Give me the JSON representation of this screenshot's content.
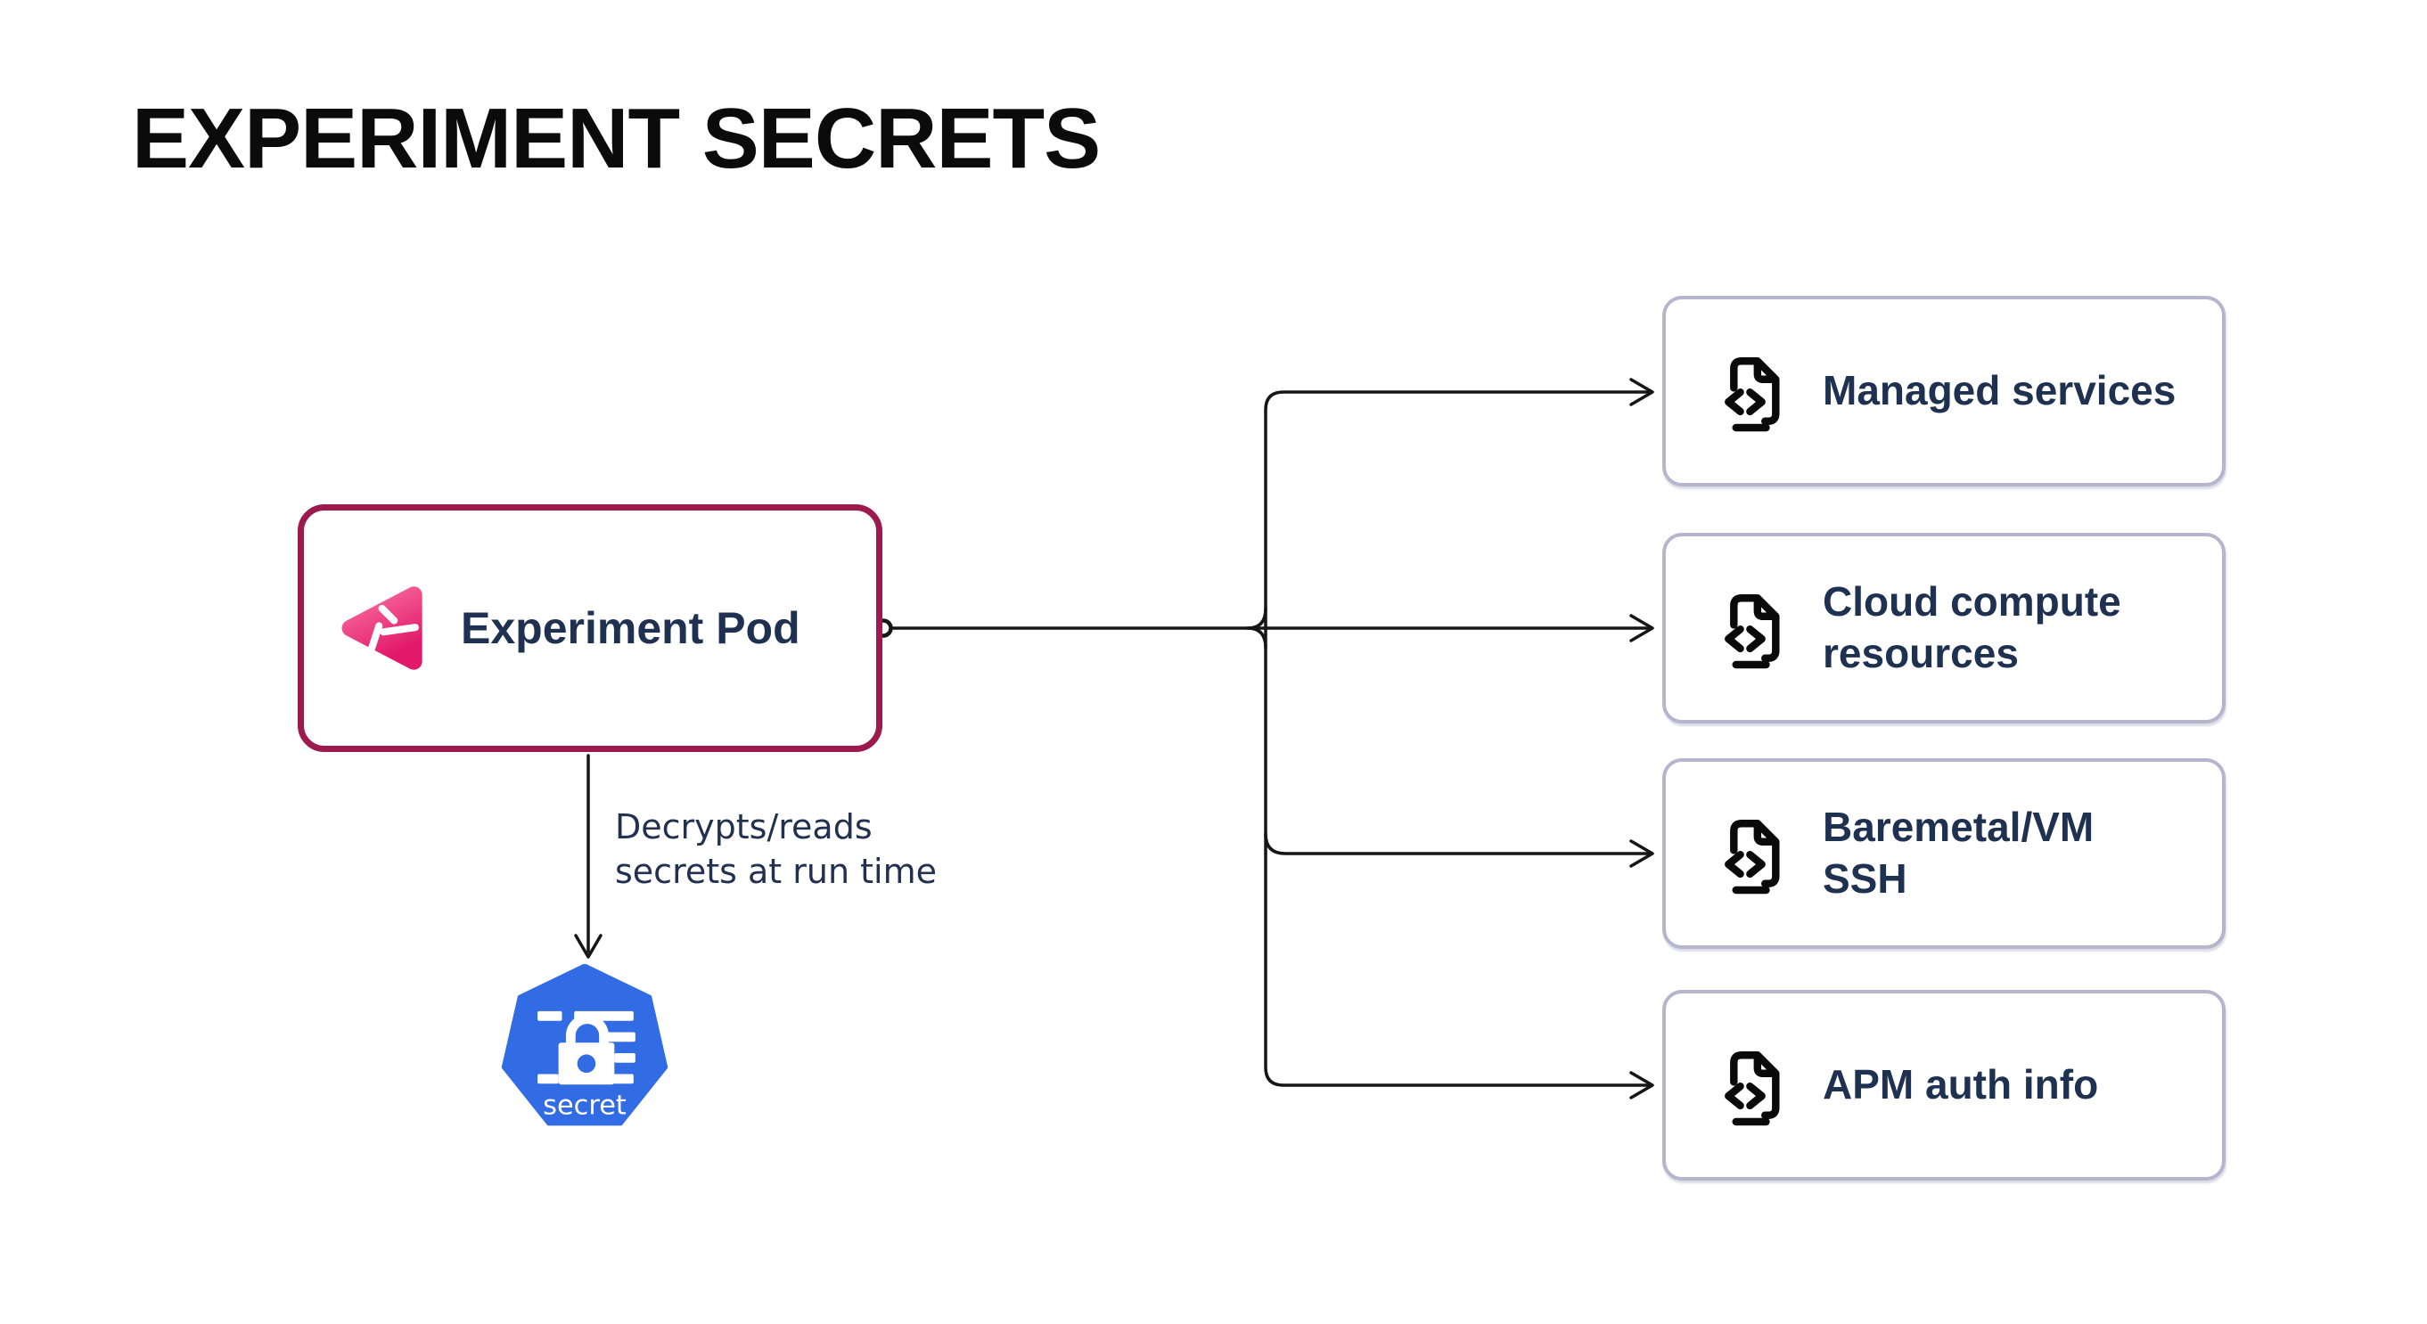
{
  "title": "EXPERIMENT SECRETS",
  "pod": {
    "label": "Experiment Pod"
  },
  "annotation": {
    "line1": "Decrypts/reads",
    "line2": "secrets at run time"
  },
  "secret": {
    "label": "secret"
  },
  "targets": {
    "items": [
      {
        "label": "Managed services"
      },
      {
        "label": "Cloud compute resources"
      },
      {
        "label": "Baremetal/VM SSH"
      },
      {
        "label": "APM auth info"
      }
    ]
  },
  "icons": {
    "pod_icon": "litmus-experiment-icon",
    "secret_icon": "kubernetes-secret-lock-icon",
    "target_icon": "file-code-icon"
  },
  "colors": {
    "pod_border": "#9d1a4f",
    "pod_icon_gradient_start": "#f9719f",
    "pod_icon_gradient_end": "#e2186b",
    "kubernetes_blue": "#326ce5",
    "text_navy": "#1f3150",
    "title_black": "#0b0b0b",
    "target_border": "#b5b6cd",
    "connector": "#161616"
  }
}
